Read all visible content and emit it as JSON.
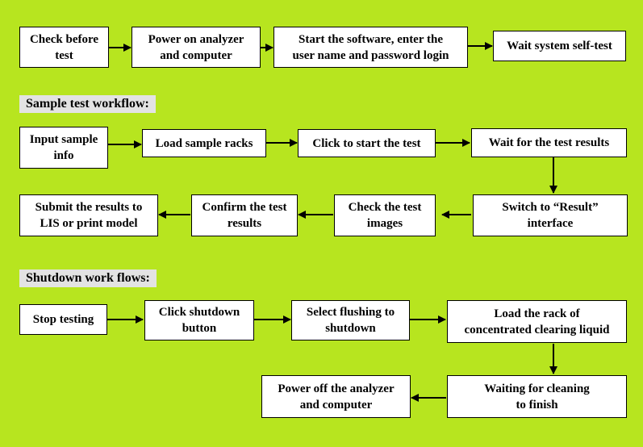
{
  "sections": {
    "sample": "Sample test workflow:",
    "shutdown": "Shutdown work flows:"
  },
  "startup": [
    "Check before\ntest",
    "Power on analyzer\nand computer",
    "Start the software, enter the\nuser name and password login",
    "Wait system self-test"
  ],
  "sample": [
    "Input sample\ninfo",
    "Load sample racks",
    "Click to start the test",
    "Wait for the test results",
    "Switch to “Result”\ninterface",
    "Check the test\nimages",
    "Confirm the test\nresults",
    "Submit the results to\nLIS or print model"
  ],
  "shutdown": [
    "Stop testing",
    "Click shutdown\nbutton",
    "Select flushing to\nshutdown",
    "Load the rack of\nconcentrated clearing liquid",
    "Waiting for cleaning\nto finish",
    "Power off the analyzer\nand computer"
  ],
  "colors": {
    "background": "#b7e51f",
    "box": "#ffffff",
    "section_header": "#e3e3e3",
    "arrow": "#000000"
  }
}
